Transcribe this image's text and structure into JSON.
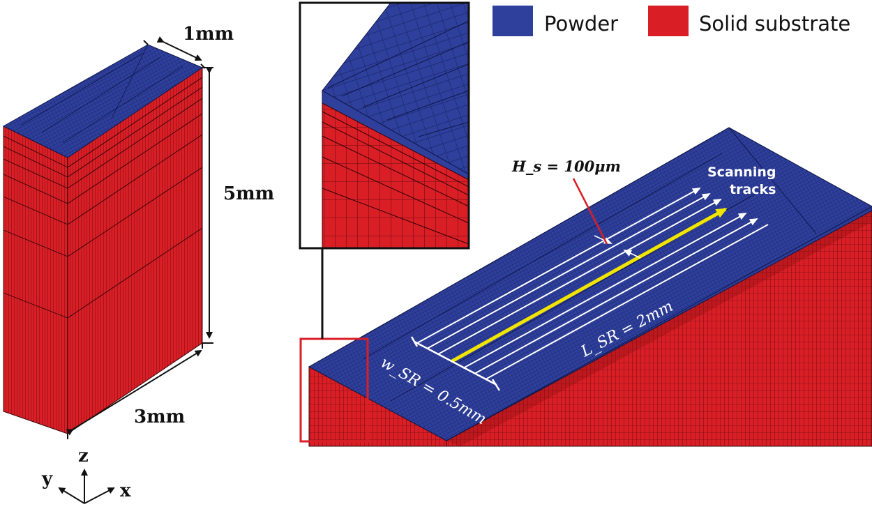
{
  "legend": {
    "items": [
      {
        "label": "Powder",
        "color": "#2e3f9c"
      },
      {
        "label": "Solid substrate",
        "color": "#d91e26"
      }
    ]
  },
  "left_block": {
    "dim_depth": "1mm",
    "dim_height": "5mm",
    "dim_width": "3mm"
  },
  "axes": {
    "z": "z",
    "y": "y",
    "x": "x"
  },
  "detail": {
    "hatch_spacing": "H_s = 100μm",
    "scanning_label_line1": "Scanning",
    "scanning_label_line2": "tracks",
    "scan_width": "w_SR = 0.5mm",
    "scan_length": "L_SR = 2mm"
  },
  "colors": {
    "powder": "#2e3f9c",
    "substrate": "#d91e26",
    "highlight_track": "#f2e600",
    "callout": "#d91e26"
  }
}
